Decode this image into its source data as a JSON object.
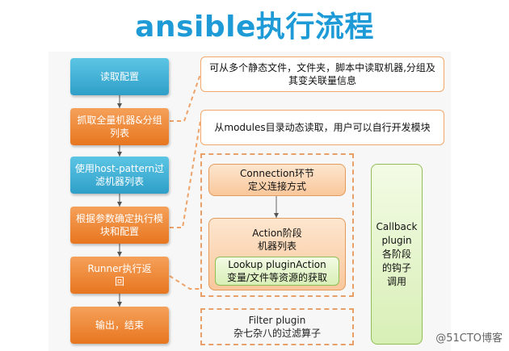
{
  "title": "ansible执行流程",
  "flow": [
    {
      "label": "读取配置"
    },
    {
      "label": "抓取全量机器&分组列表"
    },
    {
      "label": "使用host-pattern过滤机器列表"
    },
    {
      "label": "根据参数确定执行模块和配置"
    },
    {
      "label": "Runner执行返回"
    },
    {
      "label": "输出，结束"
    }
  ],
  "notes": {
    "read_sources": "可从多个静态文件，文件夹，脚本中读取机器,分组及其变关联量信息",
    "modules": "从modules目录动态读取，用户可以自行开发模块"
  },
  "connection": {
    "line1": "Connection环节",
    "line2": "定义连接方式"
  },
  "action": {
    "line1": "Action阶段",
    "line2": "机器列表"
  },
  "lookup": {
    "line1": "Lookup pluginAction",
    "line2": "变量/文件等资源的获取"
  },
  "filter": {
    "line1": "Filter plugin",
    "line2": "杂七杂八的过滤算子"
  },
  "callback": {
    "line1": "Callback",
    "line2": "plugin",
    "line3": "各阶段",
    "line4": "的钩子",
    "line5": "调用"
  },
  "watermark": "@51CTO博客",
  "colors": {
    "blue": "#2f9fc9",
    "orange": "#e8761f",
    "accent": "#1e9bd7"
  }
}
